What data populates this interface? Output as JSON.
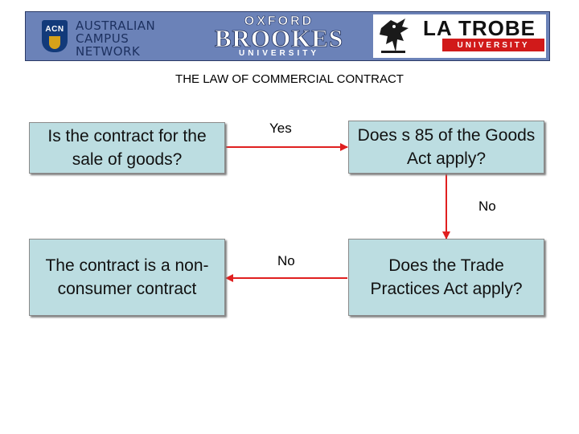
{
  "header": {
    "acn_badge": "ACN",
    "acn_lines": [
      "Australian",
      "Campus",
      "Network"
    ],
    "oxford_top": "OXFORD",
    "oxford_mid": "BROOKES",
    "oxford_bot": "UNIVERSITY",
    "latrobe_title": "LA TROBE",
    "latrobe_sub": "UNIVERSITY",
    "colors": {
      "banner": "#6b82b8",
      "latrobe_red": "#d11a1a",
      "node_fill": "#bcdde1",
      "arrow": "#e02020"
    }
  },
  "diagram": {
    "title": "THE LAW OF COMMERCIAL CONTRACT",
    "nodes": {
      "sale_of_goods": "Is the contract for the sale of goods?",
      "goods_act": "Does s 85 of the Goods Act apply?",
      "trade_practices": "Does the Trade Practices Act apply?",
      "non_consumer": "The contract is a non-consumer contract"
    },
    "edges": {
      "yes": "Yes",
      "no_down": "No",
      "no_left": "No"
    }
  }
}
